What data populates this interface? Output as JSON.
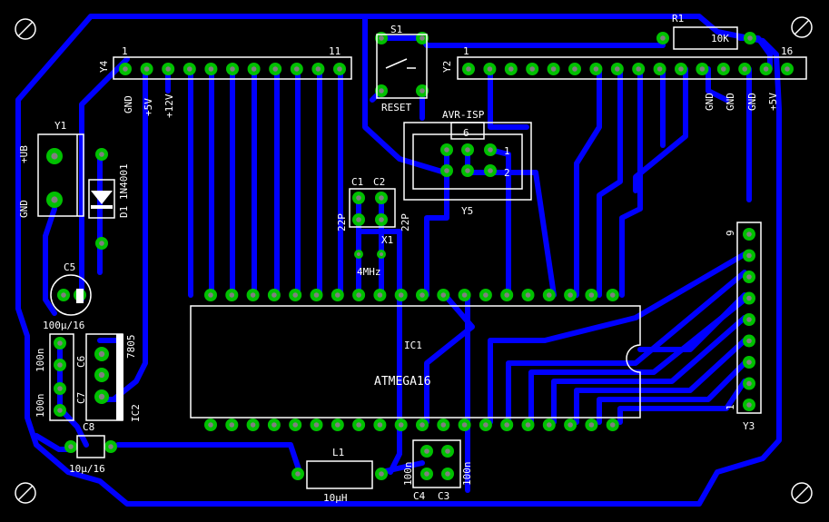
{
  "colors": {
    "background": "#000000",
    "trace": "#0000ff",
    "pad": "#00c000",
    "silkscreen": "#ffffff",
    "drill": "#808080"
  },
  "labels": {
    "y4_name": "Y4",
    "y4_pin1": "1",
    "y4_pin11": "11",
    "y4_gnd": "GND",
    "y4_5v": "+5V",
    "y4_12v": "+12V",
    "s1": "S1",
    "reset": "RESET",
    "r1": "R1",
    "r1_value": "10K",
    "y2_name": "Y2",
    "y2_pin1": "1",
    "y2_pin16": "16",
    "y2_gnd1": "GND",
    "y2_gnd2": "GND",
    "y2_gnd3": "GND",
    "y2_5v": "+5V",
    "y1": "Y1",
    "y1_gnd": "GND",
    "y1_ub": "+UB",
    "d1": "D1 1N4001",
    "avr_isp": "AVR-ISP",
    "isp_pin6": "6",
    "isp_pin1": "1",
    "isp_pin2": "2",
    "y5": "Y5",
    "c1": "C1",
    "c2": "C2",
    "c1_val": "22P",
    "c2_val": "22P",
    "x1": "X1",
    "x1_val": "4MHz",
    "c5": "C5",
    "c5_val": "100µ/16",
    "c6": "C6",
    "c6_val": "100n",
    "c7": "C7",
    "c7_val": "100n",
    "vreg": "7805",
    "ic2": "IC2",
    "ic1": "IC1",
    "ic1_val": "ATMEGA16",
    "y3": "Y3",
    "y3_pin9": "9",
    "y3_pin1": "1",
    "c8": "C8",
    "c8_val": "10µ/16",
    "l1": "L1",
    "l1_val": "10µH",
    "c4": "C4",
    "c3": "C3",
    "c4_val": "100n",
    "c3_val": "100n"
  }
}
